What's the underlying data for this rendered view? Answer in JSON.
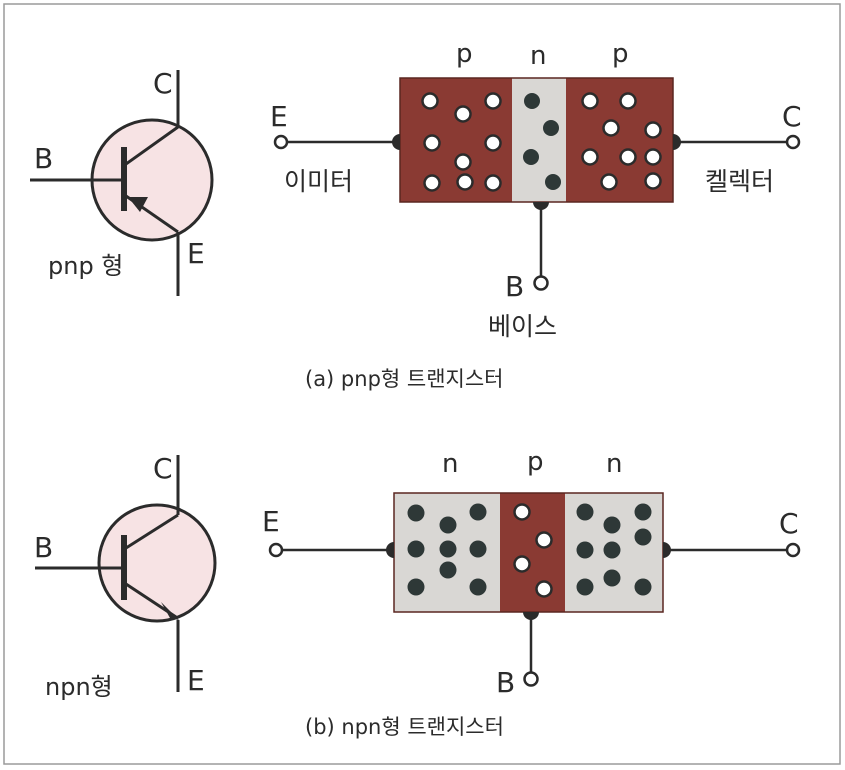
{
  "figure": {
    "colors": {
      "p_region": "#8a3a33",
      "n_region": "#d9d7d4",
      "symbol_fill": "#f7e3e4",
      "line": "#2b2b2b",
      "hole": "#ffffff",
      "electron": "#2e3837",
      "border": "#9a9a9a"
    },
    "pnp": {
      "symbol_E": "E",
      "symbol_B": "B",
      "symbol_C": "C",
      "type_label": "pnp 형",
      "region_labels": [
        "p",
        "n",
        "p"
      ],
      "term_E": "E",
      "term_C": "C",
      "term_B": "B",
      "emitter_label": "이미터",
      "collector_label": "켈렉터",
      "base_label": "베이스",
      "caption": "(a) pnp형 트랜지스터"
    },
    "npn": {
      "symbol_E": "E",
      "symbol_B": "B",
      "symbol_C": "C",
      "type_label": "npn형",
      "region_labels": [
        "n",
        "p",
        "n"
      ],
      "term_E": "E",
      "term_C": "C",
      "term_B": "B",
      "caption": "(b) npn형 트랜지스터"
    }
  }
}
